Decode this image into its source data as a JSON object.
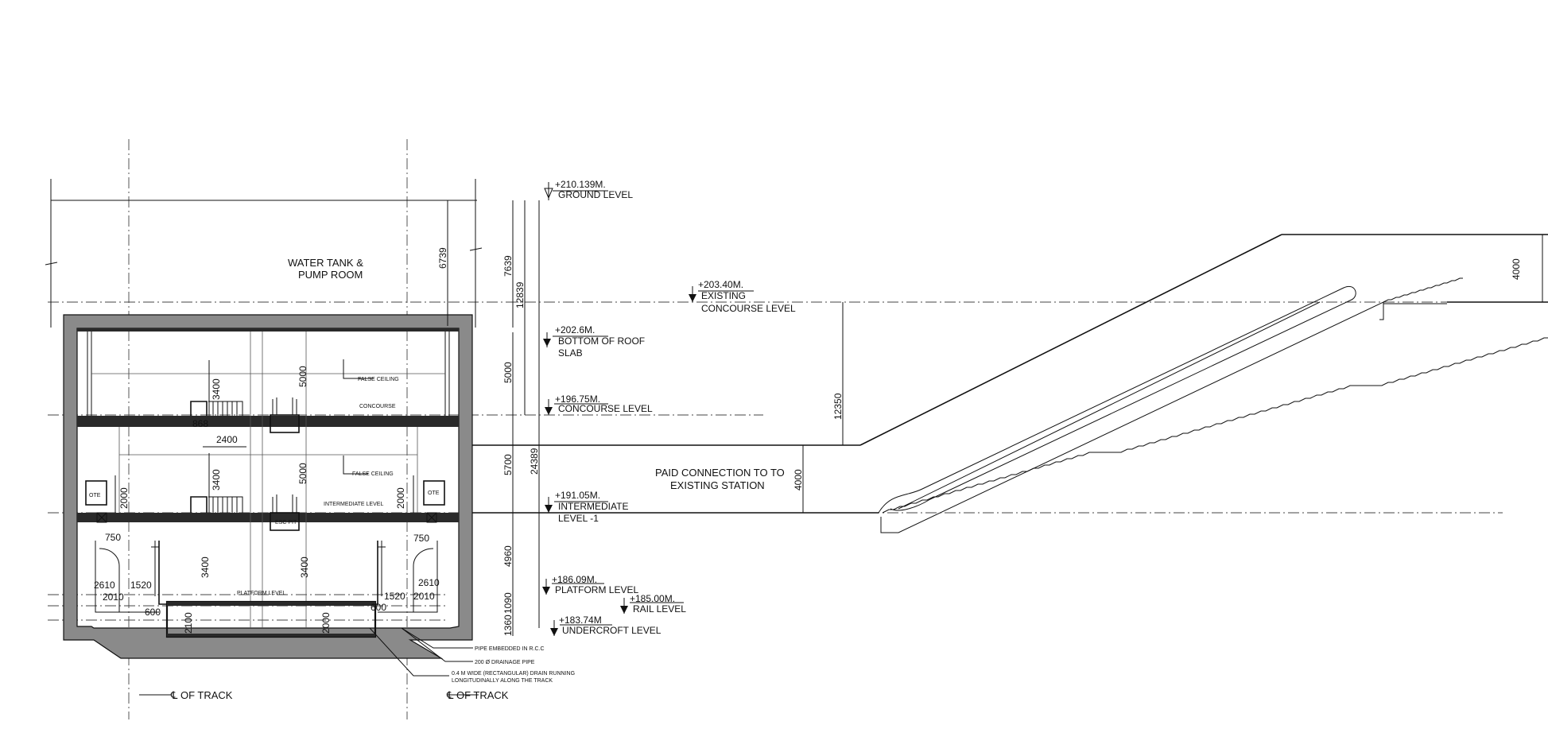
{
  "levels": {
    "ground": {
      "value": "+210.139M.",
      "name": "GROUND LEVEL"
    },
    "existing_concourse": {
      "value": "+203.40M.",
      "name1": "EXISTING",
      "name2": "CONCOURSE LEVEL"
    },
    "roof_slab": {
      "value": "+202.6M.",
      "name1": "BOTTOM OF ROOF",
      "name2": "SLAB"
    },
    "concourse": {
      "value": "+196.75M.",
      "name": "CONCOURSE LEVEL"
    },
    "intermediate": {
      "value": "+191.05M.",
      "name1": "INTERMEDIATE",
      "name2": "LEVEL -1"
    },
    "platform": {
      "value": "+186.09M.",
      "name": "PLATFORM LEVEL"
    },
    "rail": {
      "value": "+185.00M.",
      "name": "RAIL  LEVEL"
    },
    "undercroft": {
      "value": "+183.74M",
      "name": "UNDERCROFT LEVEL"
    }
  },
  "rooms": {
    "water_tank_1": "WATER TANK &",
    "water_tank_2": "PUMP ROOM",
    "false_ceiling_1": "FALSE CEILING",
    "false_ceiling_2": "FALSE CEILING",
    "concourse": "CONCOURSE",
    "intermediate": "INTERMEDIATE LEVEL",
    "platform": "PLATFORM LEVEL",
    "esc_pit": "ESC PIT",
    "ote_left": "OTE",
    "ote_right": "OTE",
    "paid_1": "PAID CONNECTION TO TO",
    "paid_2": "EXISTING STATION"
  },
  "notes": {
    "pipe_rcc": "PIPE EMBEDDED IN R.C.C",
    "drain_pipe": "200 Ø DRAINAGE PIPE",
    "drain_1": "0.4 M WIDE (RECTANGULAR) DRAIN RUNNING",
    "drain_2": "LONGITUDINALLY ALONG THE TRACK",
    "track_left": "℄ OF TRACK",
    "track_right": "℄ OF TRACK"
  },
  "dimensions": {
    "d6739": "6739",
    "d7639": "7639",
    "d12839": "12839",
    "d5000_right": "5000",
    "d5700": "5700",
    "d24389": "24389",
    "d4960": "4960",
    "d1090": "1090",
    "d1360": "1360",
    "d3400_a": "3400",
    "d5000_a": "5000",
    "d868": "868",
    "d2400": "2400",
    "d3400_b": "3400",
    "d5000_b": "5000",
    "d2000_l": "2000",
    "d2000_r": "2000",
    "d750_l": "750",
    "d750_r": "750",
    "d3400_c": "3400",
    "d3400_d": "3400",
    "d2610_l": "2610",
    "d1520_l": "1520",
    "d2010_l": "2010",
    "d2610_r": "2610",
    "d1520_r": "1520",
    "d2010_r": "2010",
    "d600_l": "600",
    "d600_r": "600",
    "d2100": "2100",
    "d2000_pit": "2000",
    "d12350": "12350",
    "d4000_conn": "4000",
    "d4000_top": "4000"
  }
}
